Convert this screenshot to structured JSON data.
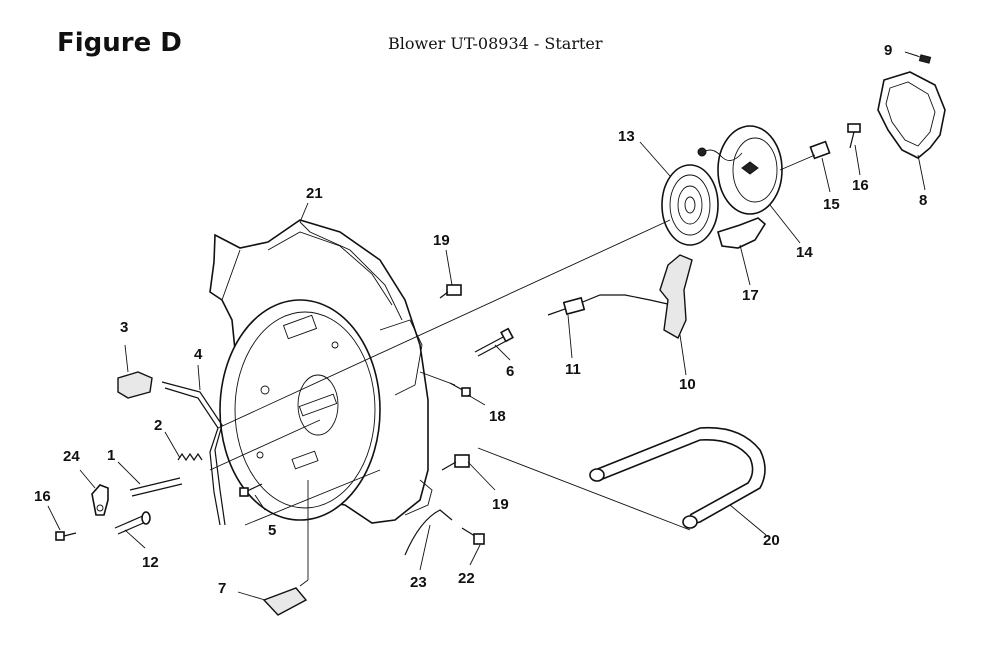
{
  "figure_label": "Figure D",
  "title": "Blower UT-08934 - Starter",
  "callouts": {
    "p1": "1",
    "p2": "2",
    "p3": "3",
    "p4": "4",
    "p5": "5",
    "p6": "6",
    "p7": "7",
    "p8": "8",
    "p9": "9",
    "p10": "10",
    "p11": "11",
    "p12": "12",
    "p13": "13",
    "p14": "14",
    "p15": "15",
    "p16a": "16",
    "p16b": "16",
    "p17": "17",
    "p18": "18",
    "p19a": "19",
    "p19b": "19",
    "p20": "20",
    "p21": "21",
    "p22": "22",
    "p23": "23",
    "p24": "24"
  }
}
